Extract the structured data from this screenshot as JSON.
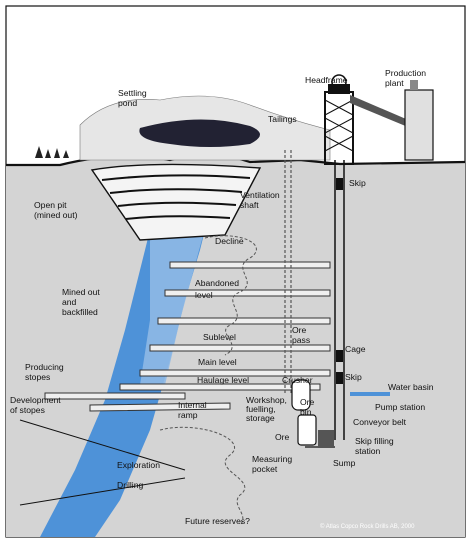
{
  "labels": {
    "settling_pond": [
      "Settling",
      "pond"
    ],
    "headframe": "Headframe",
    "production_plant": [
      "Production",
      "plant"
    ],
    "tailings": "Tailings",
    "skip_top": "Skip",
    "open_pit": [
      "Open pit",
      "(mined out)"
    ],
    "ventilation_shaft": [
      "Ventilation",
      "shaft"
    ],
    "decline": "Decline",
    "abandoned_level": [
      "Abandoned",
      "level"
    ],
    "mined_out": [
      "Mined out",
      "and",
      "backfilled"
    ],
    "ore_pass": [
      "Ore",
      "pass"
    ],
    "sublevel": "Sublevel",
    "cage": "Cage",
    "producing_stopes": [
      "Producing",
      "stopes"
    ],
    "main_level": "Main level",
    "haulage_level": "Haulage level",
    "crusher": "Crusher",
    "skip_bottom": "Skip",
    "water_basin": "Water basin",
    "development_of_stopes": [
      "Development",
      "of stopes"
    ],
    "internal_ramp": [
      "Internal",
      "ramp"
    ],
    "workshop": [
      "Workshop,",
      "fuelling,",
      "storage"
    ],
    "ore_bin": [
      "Ore",
      "bin"
    ],
    "pump_station": "Pump station",
    "conveyor_belt": "Conveyor belt",
    "ore": "Ore",
    "skip_filling_station": [
      "Skip filling",
      "station"
    ],
    "exploration": "Exploration",
    "measuring_pocket": [
      "Measuring",
      "pocket"
    ],
    "sump": "Sump",
    "drilling": "Drilling",
    "future_reserves": "Future reserves?",
    "copyright": "© Atlas Copco Rock Drills AB, 2000"
  },
  "colors": {
    "ground": "#d3d3d3",
    "orebody": "#4e92d8",
    "sky": "#ffffff",
    "frame": "#111111"
  }
}
